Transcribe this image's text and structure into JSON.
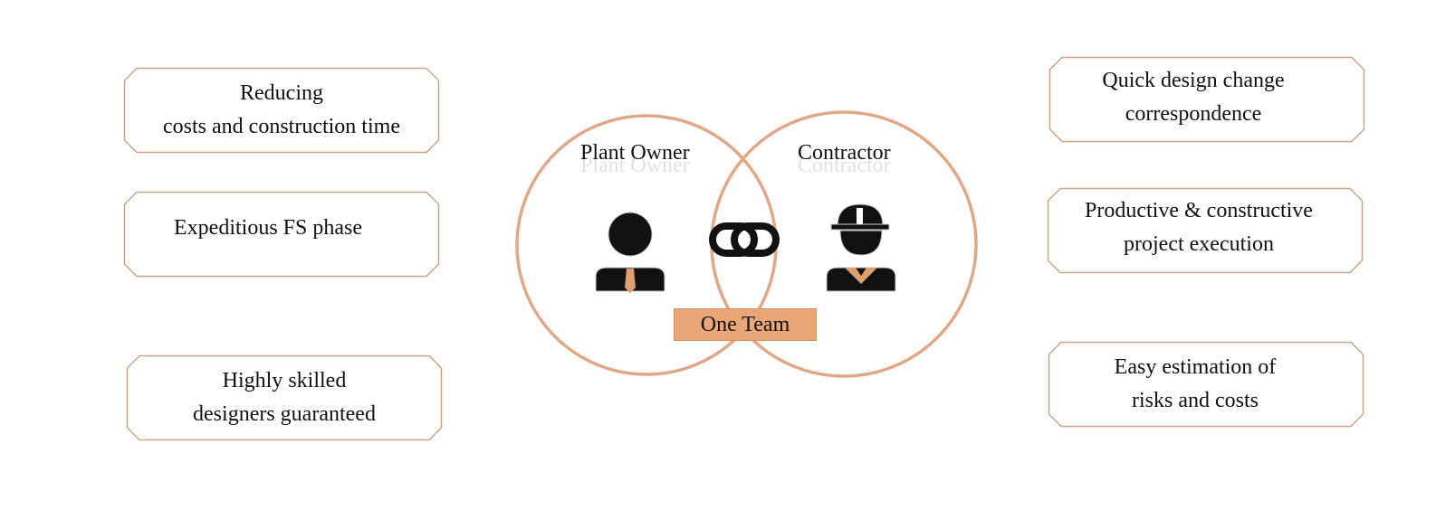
{
  "colors": {
    "frame": "#c9a489",
    "circle": "#e0a887",
    "badge": "#eba678",
    "icon": "#111111",
    "tie": "#e0a06e"
  },
  "roles": {
    "owner": "Plant Owner",
    "contractor": "Contractor"
  },
  "center_badge": "One Team",
  "icons": [
    "person-icon",
    "chain-link-icon",
    "hardhat-worker-icon"
  ],
  "left_benefits": [
    "Reducing\ncosts and  construction time",
    "Expeditious FS phase",
    "Highly skilled\ndesigners guaranteed"
  ],
  "right_benefits": [
    "Quick design change\ncorrespondence",
    "Productive & constructive\nproject execution",
    "Easy estimation of\nrisks and  costs"
  ]
}
